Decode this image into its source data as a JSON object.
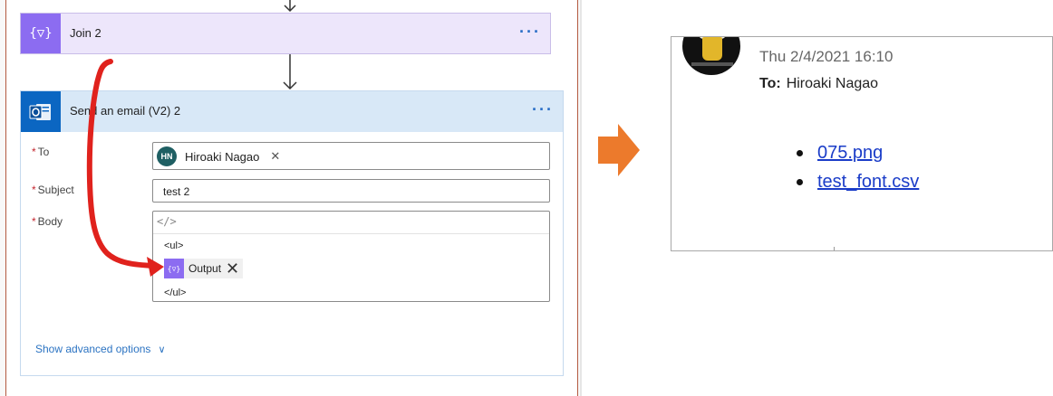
{
  "flow": {
    "join_card": {
      "title": "Join 2",
      "icon_glyph": "{▽}",
      "more_label": "···"
    },
    "email_card": {
      "title": "Send an email (V2) 2",
      "more_label": "···",
      "fields": {
        "to": {
          "label": "To",
          "required_mark": "*",
          "recipient": {
            "initials": "HN",
            "name": "Hiroaki Nagao",
            "remove_glyph": "✕"
          }
        },
        "subject": {
          "label": "Subject",
          "required_mark": "*",
          "value": "test 2"
        },
        "body": {
          "label": "Body",
          "required_mark": "*",
          "code_toggle": "</>",
          "line_open": "<ul>",
          "token": {
            "label": "Output",
            "icon_glyph": "{▽}",
            "remove_glyph": "✕"
          },
          "line_close": "</ul>"
        }
      },
      "advanced_label": "Show advanced options",
      "advanced_chevron": "∨"
    }
  },
  "preview": {
    "date": "Thu 2/4/2021 16:10",
    "to_label": "To:",
    "to_value": "Hiroaki Nagao",
    "attachments": [
      "075.png",
      "test_font.csv"
    ]
  },
  "colors": {
    "join_accent": "#8c6cf1",
    "outlook_blue": "#0b66c2",
    "annotation_red": "#e0221d",
    "arrow_orange": "#ec7a2c",
    "link_blue": "#1a3cc8"
  },
  "icons": {
    "join": "variable-join-icon",
    "outlook": "outlook-mail-icon",
    "arrow": "orange-right-arrow-icon"
  }
}
